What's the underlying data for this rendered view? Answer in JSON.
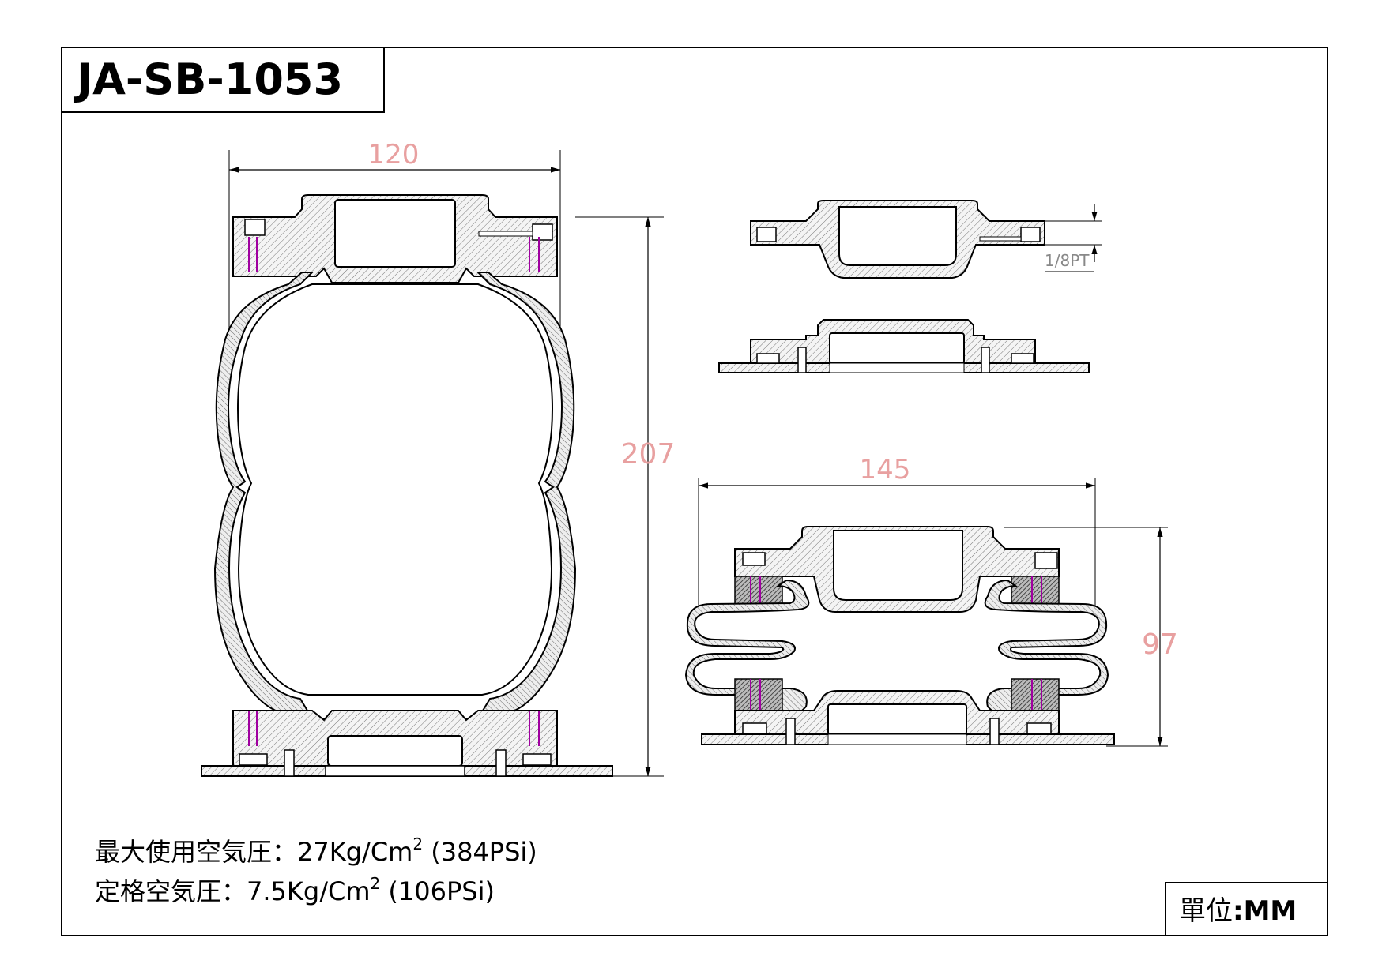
{
  "title": "JA-SB-1053",
  "dimensions": {
    "width_left": "120",
    "height_left": "207",
    "width_right": "145",
    "height_right": "97",
    "port": "1/8PT"
  },
  "specs": {
    "line1_label": "最大使用空気圧：",
    "line1_value": "27Kg/Cm",
    "line1_sup": "2",
    "line1_psi": " (384PSi)",
    "line2_label": "定格空気圧：",
    "line2_value": "7.5Kg/Cm",
    "line2_sup": "2",
    "line2_psi": " (106PSi)"
  },
  "unit": {
    "label": "單位",
    "value": ":MM"
  },
  "colors": {
    "line": "#000000",
    "dimension": "#e8a0a0",
    "hatch": "#555555",
    "fill": "#f0f0f0"
  }
}
